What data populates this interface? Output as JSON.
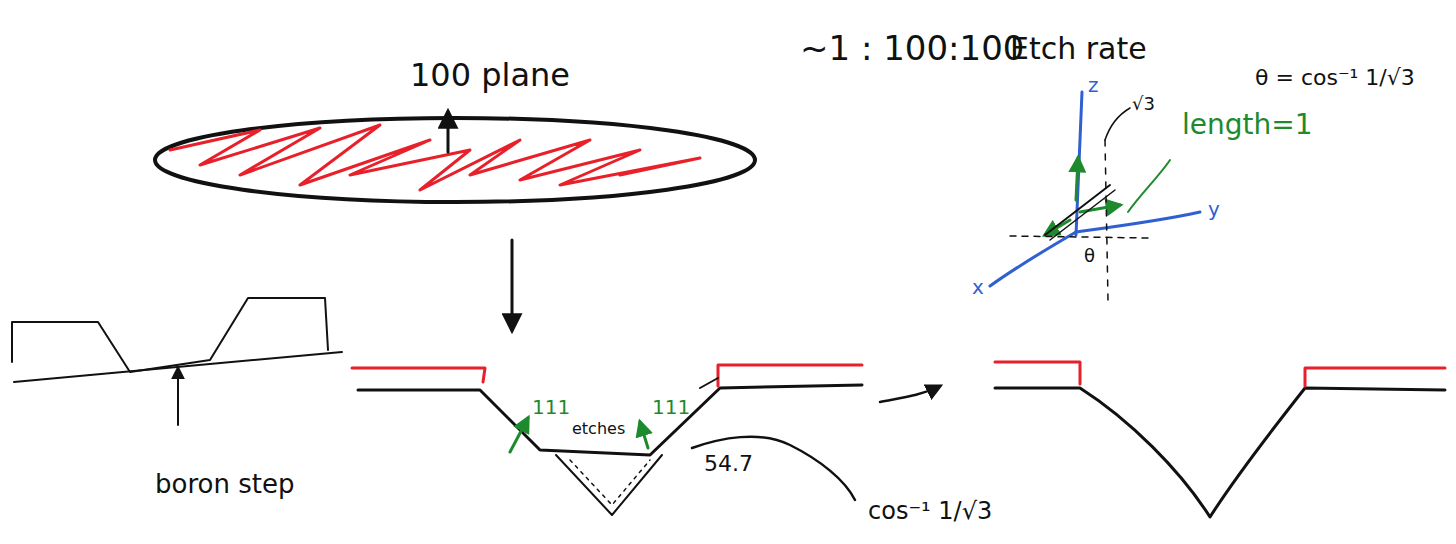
{
  "diagram": {
    "labels": [
      "100 plane",
      "~1 : 100:100",
      "Etch rate",
      "θ = cos⁻¹ 1/√3",
      "z",
      "y",
      "x",
      "√3",
      "length=1",
      "θ",
      "boron step",
      "111",
      "etches",
      "111",
      "54.7",
      "cos⁻¹ 1/√3"
    ]
  }
}
